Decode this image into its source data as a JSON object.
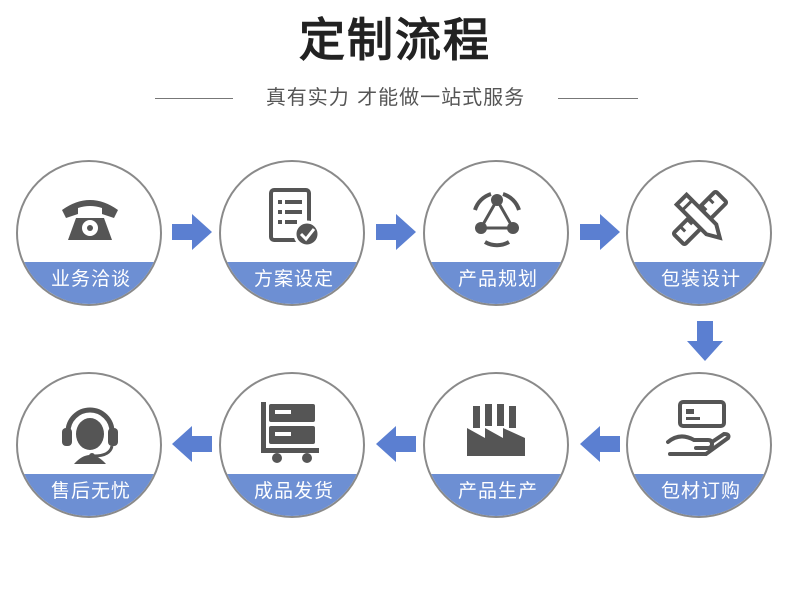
{
  "header": {
    "title": "定制流程",
    "subtitle": "真有实力 才能做一站式服务"
  },
  "colors": {
    "accent": "#6d8fd3",
    "arrow": "#5b7fd1",
    "icon": "#555555",
    "circle_border": "#8a8a8a"
  },
  "steps": [
    {
      "label": "业务洽谈",
      "icon": "telephone-icon"
    },
    {
      "label": "方案设定",
      "icon": "checklist-icon"
    },
    {
      "label": "产品规划",
      "icon": "network-icon"
    },
    {
      "label": "包装设计",
      "icon": "ruler-pencil-icon"
    },
    {
      "label": "包材订购",
      "icon": "hand-card-icon"
    },
    {
      "label": "产品生产",
      "icon": "factory-icon"
    },
    {
      "label": "成品发货",
      "icon": "cabinet-icon"
    },
    {
      "label": "售后无忧",
      "icon": "headset-icon"
    }
  ]
}
